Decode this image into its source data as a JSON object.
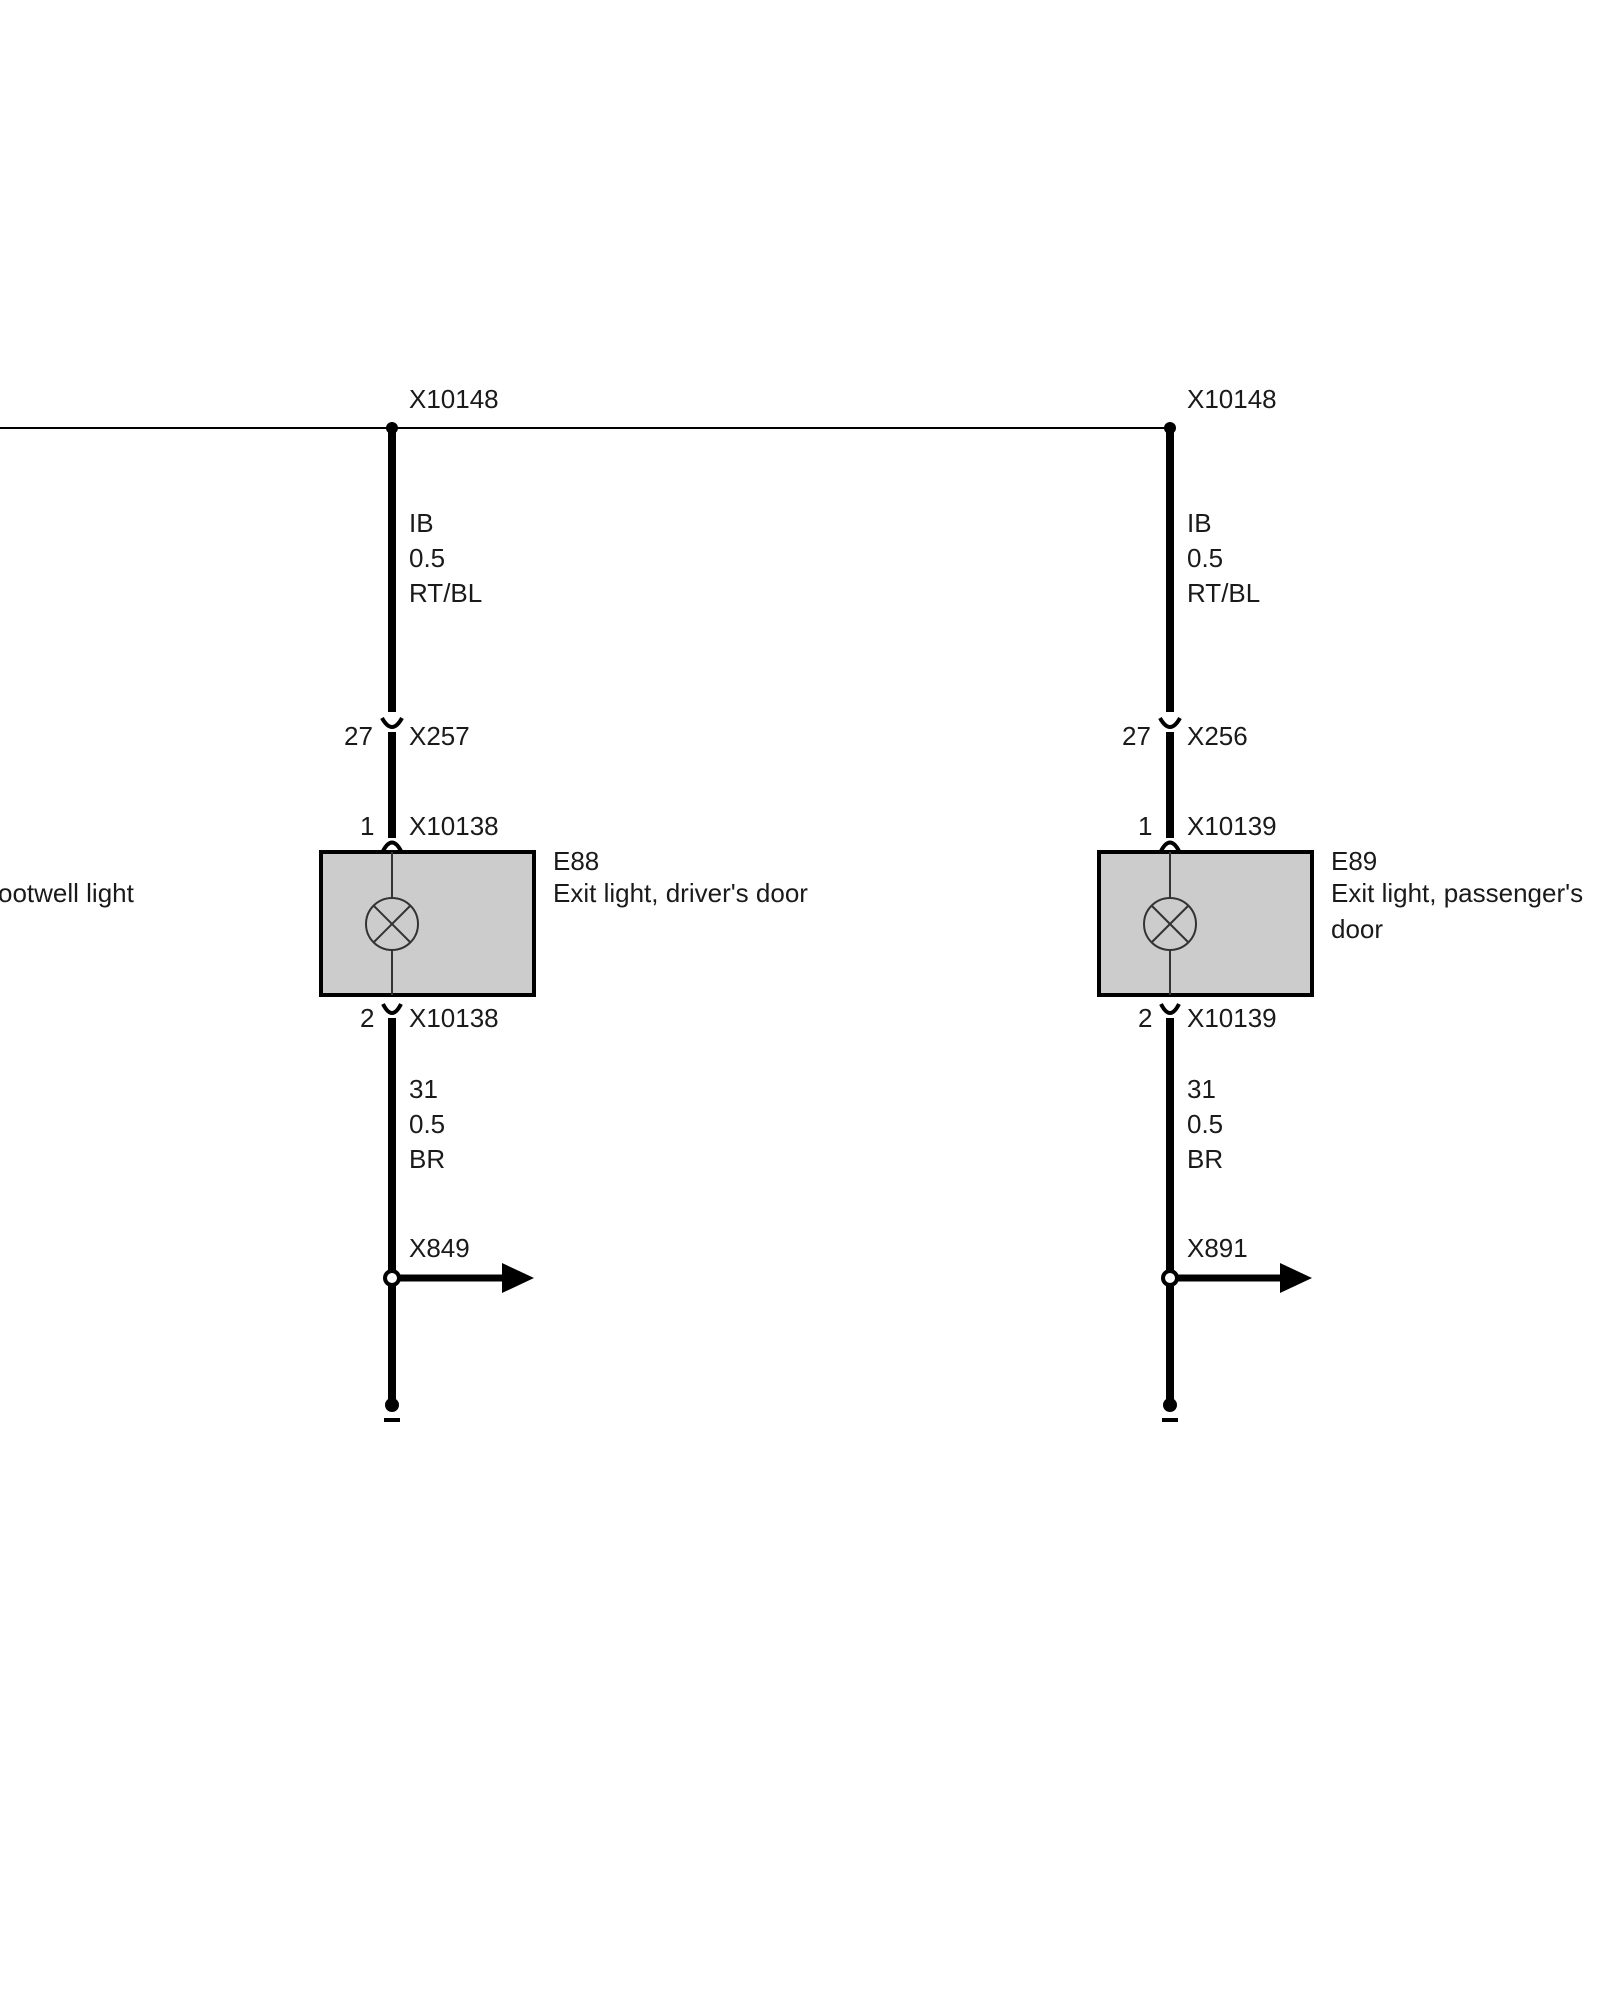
{
  "bus": {
    "junction_left": "X10148",
    "junction_right": "X10148",
    "left_component_label": "ootwell light"
  },
  "branches": [
    {
      "wire_top": {
        "signal": "IB",
        "gauge": "0.5",
        "color_code": "RT/BL"
      },
      "connector_top": {
        "pin": "27",
        "name": "X257"
      },
      "comp_pin_top": {
        "pin": "1",
        "name": "X10138"
      },
      "component": {
        "ref": "E88",
        "desc_line1": "Exit light, driver's door",
        "desc_line2": ""
      },
      "comp_pin_bottom": {
        "pin": "2",
        "name": "X10138"
      },
      "wire_bottom": {
        "signal": "31",
        "gauge": "0.5",
        "color_code": "BR"
      },
      "ground_splice": "X849"
    },
    {
      "wire_top": {
        "signal": "IB",
        "gauge": "0.5",
        "color_code": "RT/BL"
      },
      "connector_top": {
        "pin": "27",
        "name": "X256"
      },
      "comp_pin_top": {
        "pin": "1",
        "name": "X10139"
      },
      "component": {
        "ref": "E89",
        "desc_line1": "Exit light, passenger's",
        "desc_line2": "door"
      },
      "comp_pin_bottom": {
        "pin": "2",
        "name": "X10139"
      },
      "wire_bottom": {
        "signal": "31",
        "gauge": "0.5",
        "color_code": "BR"
      },
      "ground_splice": "X891"
    }
  ],
  "colors": {
    "wire": "#000000",
    "component_fill": "#cccccc",
    "background": "#ffffff"
  },
  "icons": {
    "lamp": "lamp-symbol-icon",
    "arrow": "arrow-right-icon",
    "ground": "ground-terminal-icon"
  }
}
